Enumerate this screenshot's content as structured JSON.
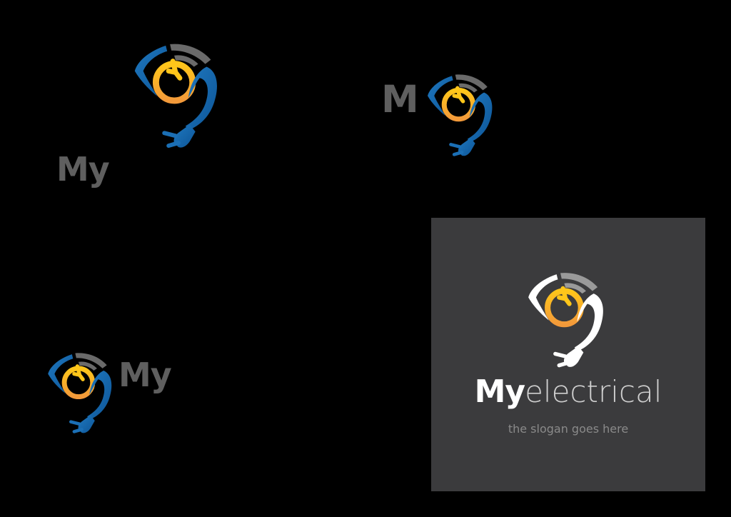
{
  "colors": {
    "background": "#000000",
    "panel": "#3b3b3d",
    "blue": "#1b6fb5",
    "blue_dark": "#0d5597",
    "gray_arc": "#6a6a6a",
    "bulb_top": "#ffc61a",
    "bulb_bottom": "#f39a3a",
    "wordmark_gray": "#5f5f5f",
    "white": "#ffffff",
    "slogan_gray": "#8a8a8a"
  },
  "logos": [
    {
      "variant": "stacked",
      "icon": "bulb-plug-icon",
      "text": "My"
    },
    {
      "variant": "inline-letter",
      "icon": "bulb-plug-icon",
      "text": "M"
    },
    {
      "variant": "horizontal",
      "icon": "bulb-plug-icon",
      "text": "My"
    },
    {
      "variant": "full-dark",
      "icon": "bulb-plug-icon-white",
      "title_bold": "My",
      "title_light": "electrical",
      "slogan": "the slogan goes here"
    }
  ]
}
